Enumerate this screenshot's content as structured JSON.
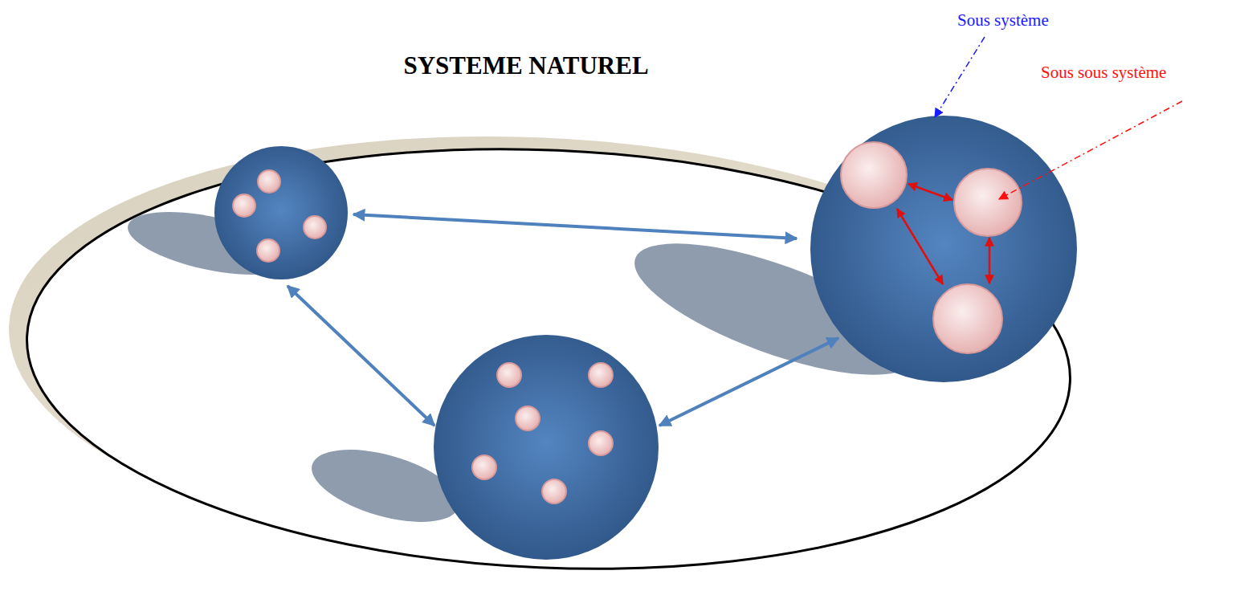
{
  "diagram": {
    "title": "SYSTEME NATUREL",
    "labels": [
      "Sous système",
      "Sous sous système"
    ]
  }
}
